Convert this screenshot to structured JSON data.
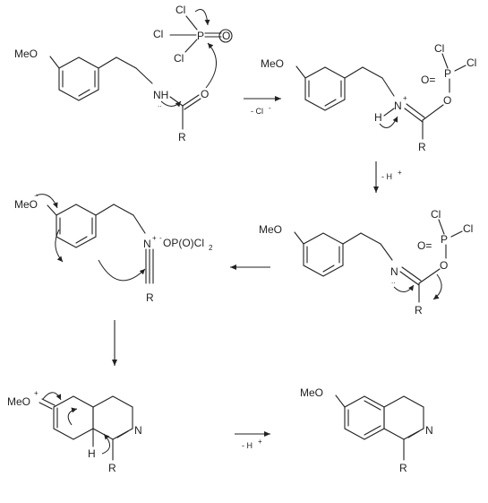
{
  "labels": {
    "meo": "MeO",
    "meo_plus": "MeO",
    "cl": "Cl",
    "p": "P",
    "o": "O",
    "nh": "NH",
    "n": "N",
    "h": "H",
    "r": "R",
    "opocl2": "OP(O)Cl",
    "sub2": "2",
    "plus": "+",
    "minus": "-",
    "lonepair": "..",
    "eq_o": "O="
  },
  "conditions": {
    "step1": "- Cl",
    "step1_charge": "-",
    "step2": "- H",
    "step2_charge": "+",
    "step5": "- H",
    "step5_charge": "+"
  }
}
